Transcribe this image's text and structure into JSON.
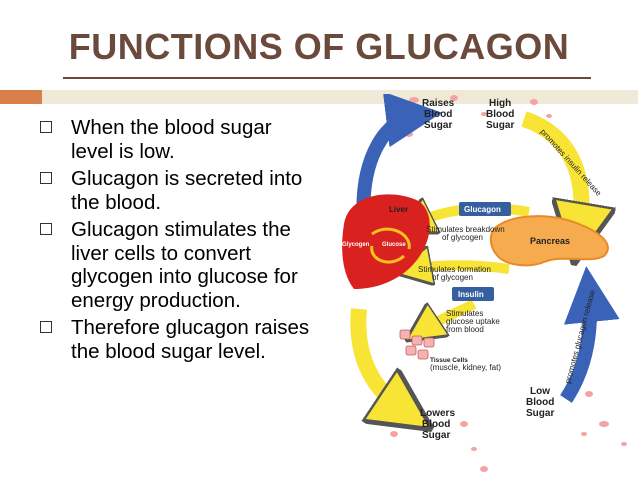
{
  "slide": {
    "title": "FUNCTIONS OF GLUCAGON",
    "bullets": [
      "When the blood sugar level is low.",
      "Glucagon is secreted into the blood.",
      "Glucagon stimulates the liver cells to convert glycogen into glucose for energy production.",
      "Therefore glucagon raises the blood sugar level."
    ]
  },
  "diagram": {
    "raises": [
      "Raises",
      "Blood",
      "Sugar"
    ],
    "high": [
      "High",
      "Blood",
      "Sugar"
    ],
    "promotes_insulin": "promotes insulin release",
    "liver": "Liver",
    "glucagon": "Glucagon",
    "glycogen": "Glycogen",
    "glucose": "Glucose",
    "stim_breakdown": [
      "Stimulates breakdown",
      "of glycogen"
    ],
    "stim_formation": [
      "Stimulates formation",
      "of glycogen"
    ],
    "pancreas": "Pancreas",
    "insulin": "Insulin",
    "stim_uptake": [
      "Stimulates",
      "glucose uptake",
      "from blood"
    ],
    "tissue": [
      "Tissue Cells",
      "(muscle, kidney, fat)"
    ],
    "promotes_glucagon": "promotes glucagon release",
    "low": [
      "Low",
      "Blood",
      "Sugar"
    ],
    "lowers": [
      "Lowers",
      "Blood",
      "Sugar"
    ],
    "colors": {
      "title": "#6b4a3b",
      "liver": "#d9221f",
      "pancreas": "#f6ab4f",
      "arrow_yellow": "#f7e434",
      "arrow_blue": "#3a63b8",
      "label_box": "#355f9e"
    }
  }
}
